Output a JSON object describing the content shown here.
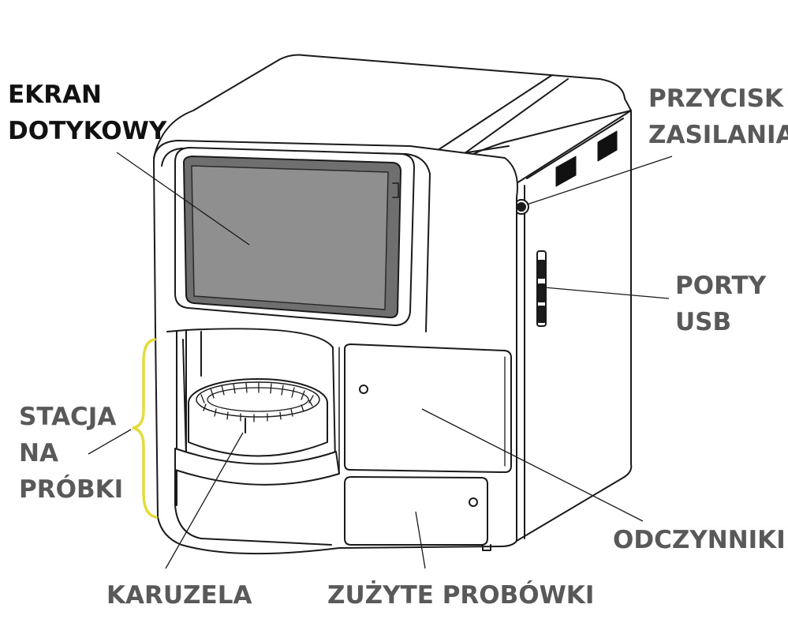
{
  "labels": {
    "ekran": [
      "EKRAN",
      "DOTYKOWY"
    ],
    "przycisk": [
      "PRZYCISK",
      "ZASILANIA"
    ],
    "porty": [
      "PORTY",
      "USB"
    ],
    "stacja": [
      "STACJA",
      "NA",
      "PRÓBKI"
    ],
    "odczynniki": "ODCZYNNIKI",
    "karuzela": "KARUZELA",
    "zuzyte": "ZUŻYTE PROBÓWKI"
  },
  "colors": {
    "label_primary": "#111111",
    "label_secondary": "#595959",
    "bracket": "#e6db3c",
    "outline": "#1a1a1a",
    "screen": "#8f8f8f"
  }
}
